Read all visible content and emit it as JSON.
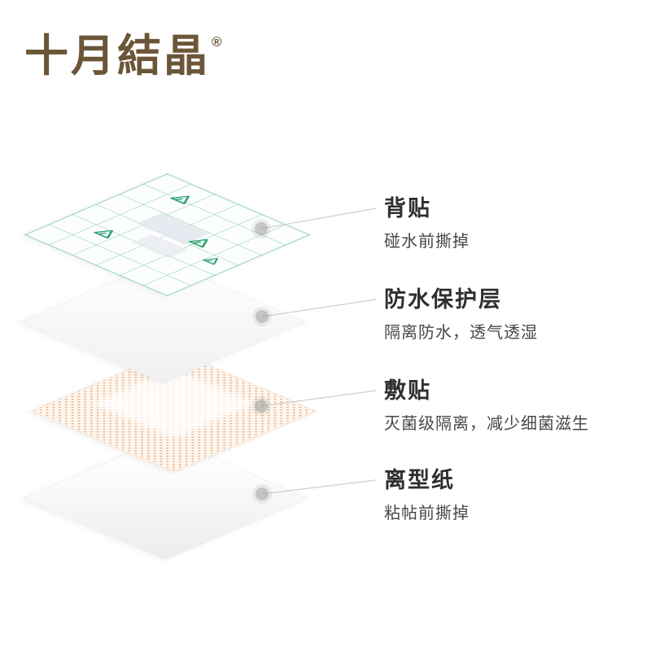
{
  "brand": {
    "logo_text": "十月結晶",
    "registered_mark": "®",
    "color": "#6b5638"
  },
  "diagram": {
    "type": "exploded-layer-diagram",
    "layers": [
      {
        "name": "back-film",
        "title": "背贴",
        "description": "碰水前撕掉"
      },
      {
        "name": "waterproof-layer",
        "title": "防水保护层",
        "description": "隔离防水，透气透湿"
      },
      {
        "name": "dressing",
        "title": "敷贴",
        "description": "灭菌级隔离，减少细菌滋生"
      },
      {
        "name": "release-paper",
        "title": "离型纸",
        "description": "粘帖前撕掉"
      }
    ]
  },
  "colors": {
    "brand_brown": "#6b5638",
    "film_grid_green": "#60bc94",
    "stamp_green": "#2f9e72",
    "dressing_dot_orange": "#eda97d",
    "leader_line_gray": "#cfcfcf",
    "label_title": "#2f2f2f",
    "label_description": "#474747",
    "background": "#ffffff"
  }
}
